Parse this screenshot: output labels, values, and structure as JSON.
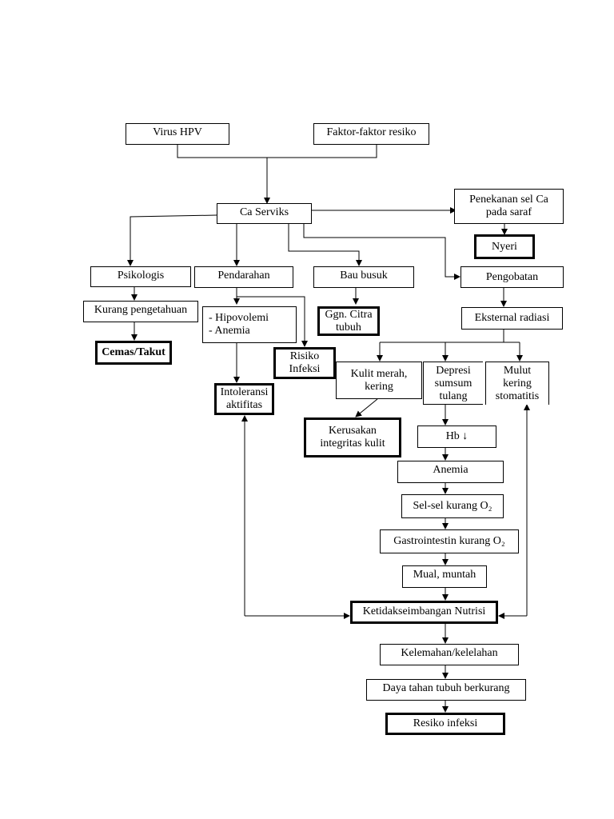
{
  "nodes": {
    "virus_hpv": "Virus HPV",
    "faktor_resiko": "Faktor-faktor resiko",
    "ca_serviks": "Ca Serviks",
    "penekanan": "Penekanan sel Ca\npada saraf",
    "nyeri": "Nyeri",
    "psikologis": "Psikologis",
    "pendarahan": "Pendarahan",
    "bau_busuk": "Bau busuk",
    "pengobatan": "Pengobatan",
    "kurang_pengetahuan": "Kurang pengetahuan",
    "hipovolemi_anemia": "-  Hipovolemi\n-  Anemia",
    "ggn_citra": "Ggn. Citra\ntubuh",
    "eksternal_radiasi": "Eksternal radiasi",
    "cemas_takut": "Cemas/Takut",
    "risiko_infeksi": "Risiko\nInfeksi",
    "kulit_merah": "Kulit merah,\nkering",
    "depresi_sumsum": "Depresi\nsumsum\ntulang",
    "mulut_kering": "Mulut\nkering\nstomatitis",
    "intoleransi": "Intoleransi\naktifitas",
    "kerusakan_kulit": "Kerusakan\nintegritas kulit",
    "hb": "Hb ↓",
    "anemia": "Anemia",
    "sel_sel": "Sel-sel kurang O₂",
    "gastrointestin": "Gastrointestin kurang O₂",
    "mual_muntah": "Mual, muntah",
    "ketidakseimbangan": "Ketidakseimbangan Nutrisi",
    "kelemahan": "Kelemahan/kelelahan",
    "daya_tahan": "Daya tahan tubuh berkurang",
    "resiko_infeksi": "Resiko infeksi"
  }
}
